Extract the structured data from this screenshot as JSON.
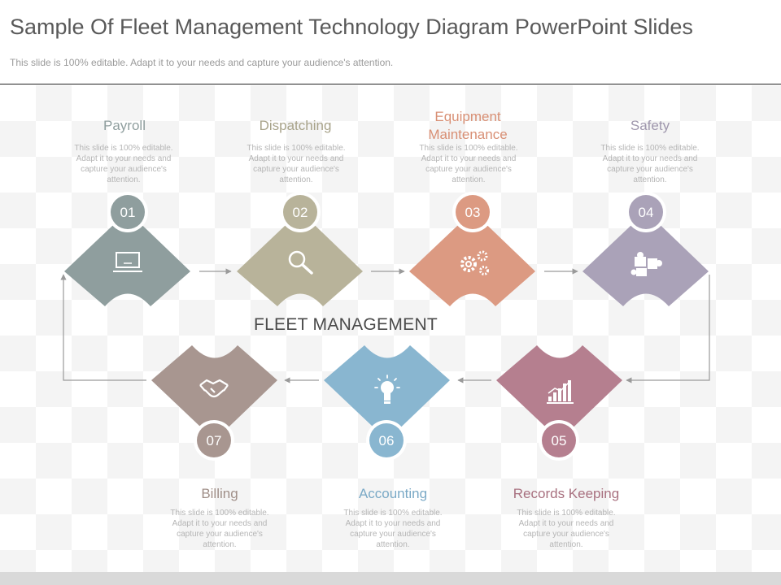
{
  "header": {
    "title": "Sample Of Fleet Management Technology Diagram PowerPoint Slides",
    "subtitle": "This slide is 100% editable. Adapt it to your needs and capture your audience's attention."
  },
  "center_label": "FLEET MANAGEMENT",
  "steps": [
    {
      "number": "01",
      "title": "Payroll",
      "desc": "This slide is 100% editable. Adapt it to your needs and capture your audience's attention.",
      "color": "#8f9e9e",
      "icon": "laptop-icon"
    },
    {
      "number": "02",
      "title": "Dispatching",
      "desc": "This slide is 100% editable. Adapt it to your needs and capture your audience's attention.",
      "color": "#b8b39a",
      "icon": "magnifier-icon"
    },
    {
      "number": "03",
      "title": "Equipment Maintenance",
      "desc": "This slide is 100% editable. Adapt it to your needs and capture your audience's attention.",
      "color": "#dc9a82",
      "icon": "gears-icon"
    },
    {
      "number": "04",
      "title": "Safety",
      "desc": "This slide is 100% editable. Adapt it to your needs and capture your audience's attention.",
      "color": "#aaa2b8",
      "icon": "puzzle-icon"
    },
    {
      "number": "05",
      "title": "Records Keeping",
      "desc": "This slide is 100% editable. Adapt it to your needs and capture your audience's attention.",
      "color": "#b57f8f",
      "icon": "bar-chart-icon"
    },
    {
      "number": "06",
      "title": "Accounting",
      "desc": "This slide is 100% editable. Adapt it to your needs and capture your audience's attention.",
      "color": "#89b6d0",
      "icon": "lightbulb-icon"
    },
    {
      "number": "07",
      "title": "Billing",
      "desc": "This slide is 100% editable. Adapt it to your needs and capture your audience's attention.",
      "color": "#a89690",
      "icon": "handshake-icon"
    }
  ]
}
